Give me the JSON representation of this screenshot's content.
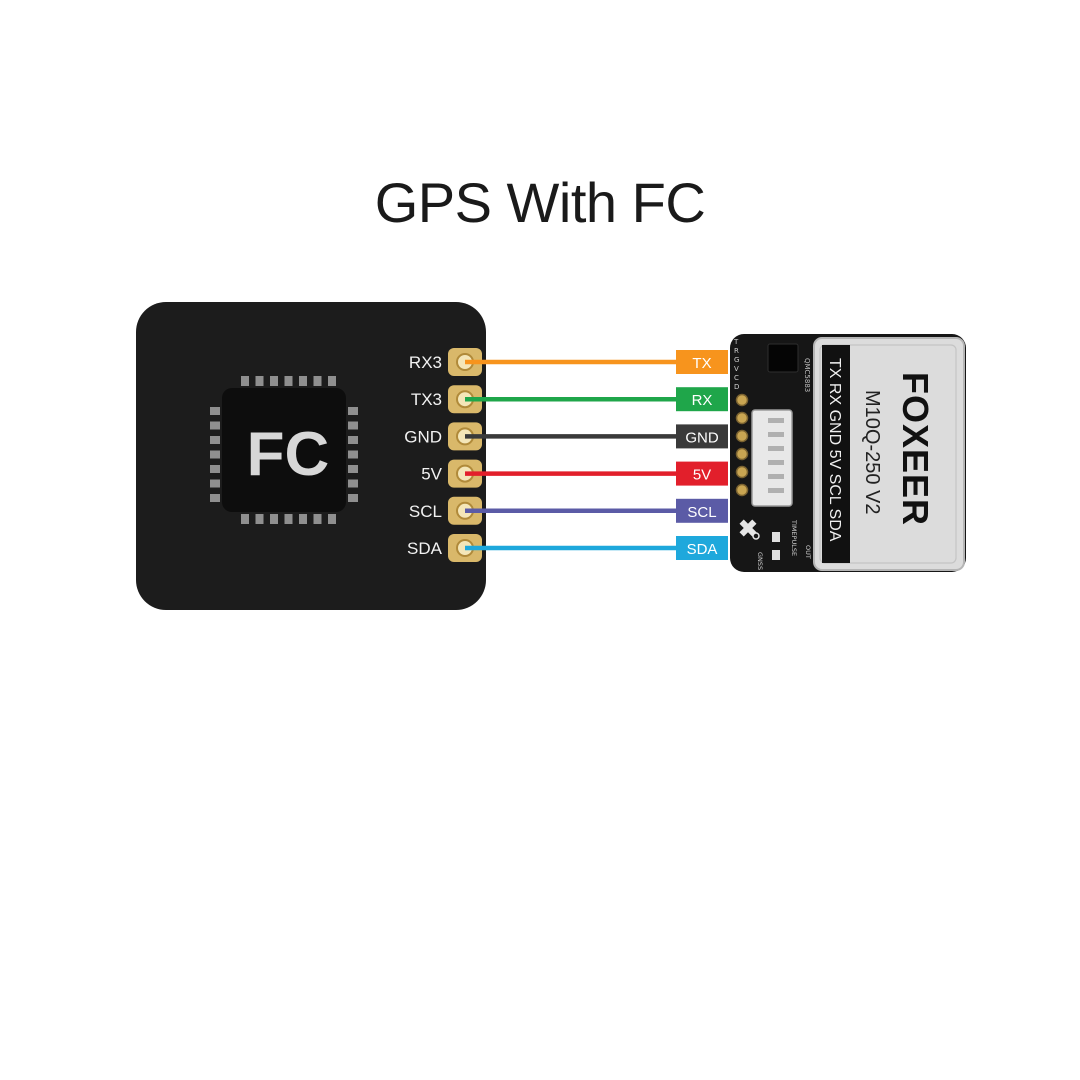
{
  "title": "GPS With FC",
  "fc": {
    "chip_label": "FC",
    "pins": [
      {
        "label": "RX3",
        "gps_label": "TX",
        "color": "#F7941D"
      },
      {
        "label": "TX3",
        "gps_label": "RX",
        "color": "#1FA64A"
      },
      {
        "label": "GND",
        "gps_label": "GND",
        "color": "#3A3A3A"
      },
      {
        "label": "5V",
        "gps_label": "5V",
        "color": "#E21F2B"
      },
      {
        "label": "SCL",
        "gps_label": "SCL",
        "color": "#5B5BA6"
      },
      {
        "label": "SDA",
        "gps_label": "SDA",
        "color": "#1EA8DC"
      }
    ]
  },
  "gps": {
    "brand": "FOXEER",
    "model": "M10Q-250 V2",
    "pin_strip": "TX RX GND 5V SCL SDA",
    "board_pins": [
      "T",
      "R",
      "G",
      "V",
      "C",
      "D"
    ],
    "small_labels": {
      "sensor": "QMC5883",
      "timepulse": "TIMEPULSE",
      "gnss": "GNSS",
      "out": "OUT"
    }
  },
  "colors": {
    "fc_board": "#1c1c1c",
    "chip": "#0d0d0d",
    "pad": "#d9b86a",
    "gps_board": "#161616",
    "shield": "#dcdcdc"
  }
}
